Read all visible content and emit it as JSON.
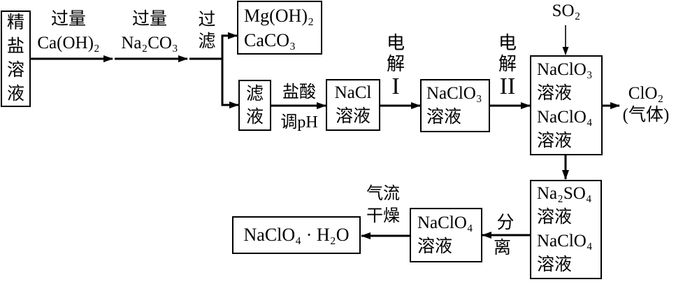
{
  "diagram": {
    "type": "process-flowchart",
    "topic": "由精盐溶液制备 NaClO₄·H₂O 的工艺流程",
    "colors": {
      "line": "#000000",
      "background": "#ffffff",
      "text": "#000000"
    }
  },
  "boxes": {
    "brine": {
      "text": "精盐溶液"
    },
    "precipitate": {
      "lines": [
        "Mg(OH)₂",
        "CaCO₃"
      ]
    },
    "filtrate": {
      "text": "滤液"
    },
    "nacl_solution": {
      "lines": [
        "NaCl",
        "溶液"
      ]
    },
    "naclo3_solution": {
      "lines": [
        "NaClO₃",
        "溶液"
      ]
    },
    "naclo3_naclo4_solution": {
      "lines": [
        "NaClO₃",
        "溶液",
        "NaClO₄",
        "溶液"
      ]
    },
    "na2so4_naclo4_solution": {
      "lines": [
        "Na₂SO₄",
        "溶液",
        "NaClO₄",
        "溶液"
      ]
    },
    "naclo4_solution": {
      "lines": [
        "NaClO₄",
        "溶液"
      ]
    },
    "product": {
      "text": "NaClO₄ · H₂O"
    }
  },
  "labels": {
    "excess_caoh2": {
      "lines": [
        "过量",
        "Ca(OH)₂"
      ]
    },
    "excess_na2co3": {
      "lines": [
        "过量",
        "Na₂CO₃"
      ]
    },
    "filter": {
      "text": "过滤"
    },
    "hcl": {
      "text": "盐酸"
    },
    "adjust_ph": {
      "text": "调pH"
    },
    "electrolysis1": {
      "lines": [
        "电",
        "解",
        "I"
      ]
    },
    "electrolysis2": {
      "lines": [
        "电",
        "解",
        "II"
      ]
    },
    "so2_in": {
      "text": "SO₂"
    },
    "clo2_out": {
      "lines": [
        "ClO₂",
        "(气体)"
      ]
    },
    "separate": {
      "text": "分离"
    },
    "air_dry": {
      "lines": [
        "气流",
        "干燥"
      ]
    }
  }
}
